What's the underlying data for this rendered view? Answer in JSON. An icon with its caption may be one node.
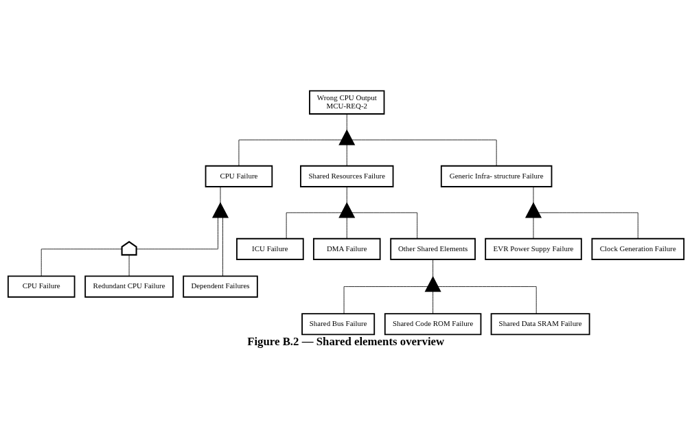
{
  "diagram": {
    "caption": "Figure B.2 — Shared elements overview",
    "nodes": [
      {
        "text": [
          "Wrong CPU Output",
          "MCU-REQ-2"
        ]
      },
      {
        "text": [],
        "shape": "or-gate"
      },
      {
        "text": [
          "CPU Failure"
        ]
      },
      {
        "text": [
          "Shared Resources Failure"
        ]
      },
      {
        "text": [
          "Generic Infra- structure Failure"
        ]
      },
      {
        "text": [],
        "shape": "or-gate"
      },
      {
        "text": [],
        "shape": "or-gate"
      },
      {
        "text": [],
        "shape": "or-gate"
      },
      {
        "text": [
          "ICU Failure"
        ]
      },
      {
        "text": [
          "DMA Failure"
        ]
      },
      {
        "text": [
          "Other Shared Elements"
        ]
      },
      {
        "text": [
          "EVR Power Suppy Failure"
        ]
      },
      {
        "text": [
          "Clock Generation Failure"
        ]
      },
      {
        "text": [],
        "shape": "and-gate"
      },
      {
        "text": [],
        "shape": "or-gate"
      },
      {
        "text": [
          "Dependent Failures"
        ]
      },
      {
        "text": [
          "CPU Failure"
        ]
      },
      {
        "text": [
          "Redundant CPU Failure"
        ]
      },
      {
        "text": [
          "Shared Bus Failure"
        ]
      },
      {
        "text": [
          "Shared Code ROM Failure"
        ]
      },
      {
        "text": [
          "Shared Data SRAM Failure"
        ]
      }
    ],
    "edges": [
      {
        "from": 0,
        "to": 1,
        "arrow": "none"
      },
      {
        "from": 1,
        "to": 2,
        "arrow": "none"
      },
      {
        "from": 1,
        "to": 3,
        "arrow": "none"
      },
      {
        "from": 1,
        "to": 4,
        "arrow": "none"
      },
      {
        "from": 2,
        "to": 5,
        "arrow": "none"
      },
      {
        "from": 3,
        "to": 6,
        "arrow": "none"
      },
      {
        "from": 4,
        "to": 7,
        "arrow": "none"
      },
      {
        "from": 6,
        "to": 8,
        "arrow": "none"
      },
      {
        "from": 6,
        "to": 9,
        "arrow": "none"
      },
      {
        "from": 6,
        "to": 10,
        "arrow": "none"
      },
      {
        "from": 7,
        "to": 11,
        "arrow": "none"
      },
      {
        "from": 7,
        "to": 12,
        "arrow": "none"
      },
      {
        "from": 5,
        "to": 15,
        "arrow": "none"
      },
      {
        "from": 5,
        "to": 13,
        "arrow": "none"
      },
      {
        "from": 13,
        "to": 16,
        "arrow": "none"
      },
      {
        "from": 13,
        "to": 17,
        "arrow": "none"
      },
      {
        "from": 10,
        "to": 14,
        "arrow": "none"
      },
      {
        "from": 14,
        "to": 18,
        "arrow": "none"
      },
      {
        "from": 14,
        "to": 19,
        "arrow": "none"
      },
      {
        "from": 14,
        "to": 20,
        "arrow": "none"
      }
    ]
  }
}
